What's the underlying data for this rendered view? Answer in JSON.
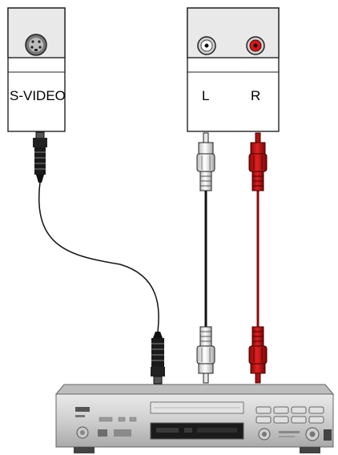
{
  "svideo_panel": {
    "label": "S-VIDEO"
  },
  "audio_panel": {
    "left_label": "L",
    "right_label": "R"
  },
  "colors": {
    "white_plug": "#f2f2f2",
    "red_plug": "#d01818",
    "red_dark": "#8a0a0a",
    "cable": "#111111",
    "player_body": "#d6d6d6"
  },
  "icons": [
    "svideo-jack-icon",
    "rca-jack-white-icon",
    "rca-jack-red-icon"
  ]
}
